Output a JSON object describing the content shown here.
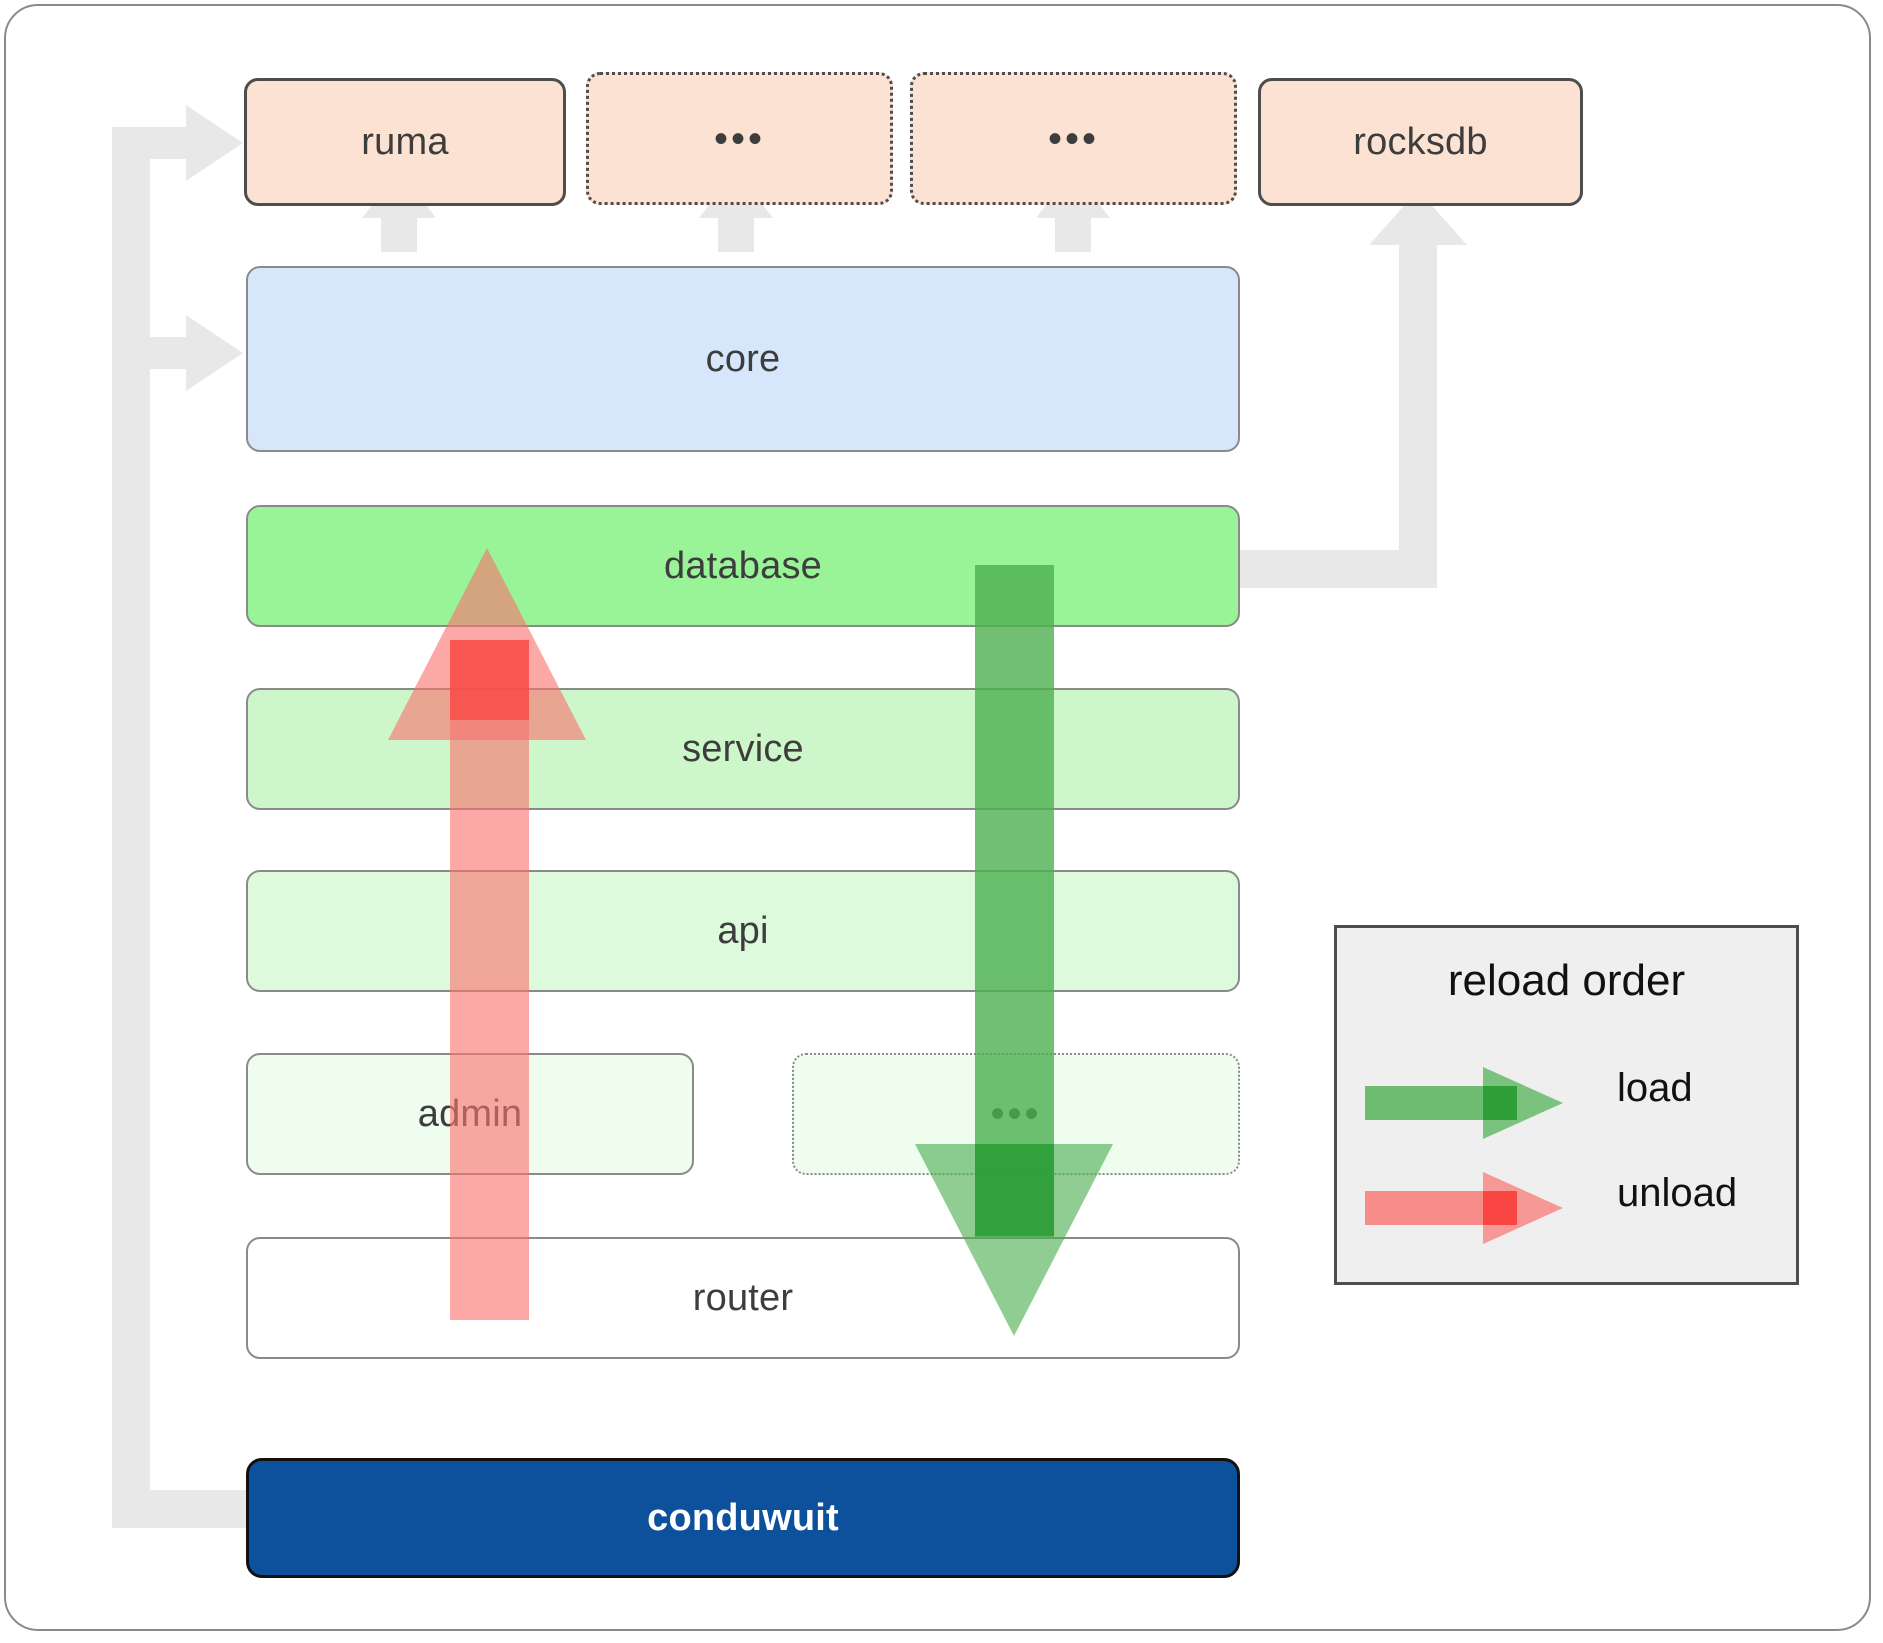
{
  "diagram": {
    "title": "conduwuit crate architecture / reload order",
    "crates_top": [
      {
        "id": "ruma",
        "label": "ruma",
        "style": "solid"
      },
      {
        "id": "ellipsis-1",
        "label": "•••",
        "style": "dotted"
      },
      {
        "id": "ellipsis-2",
        "label": "•••",
        "style": "dotted"
      },
      {
        "id": "rocksdb",
        "label": "rocksdb",
        "style": "solid"
      }
    ],
    "layers": [
      {
        "id": "core",
        "label": "core"
      },
      {
        "id": "database",
        "label": "database"
      },
      {
        "id": "service",
        "label": "service"
      },
      {
        "id": "api",
        "label": "api"
      },
      {
        "id": "admin",
        "label": "admin"
      },
      {
        "id": "ellipsis-3",
        "label": "•••"
      },
      {
        "id": "router",
        "label": "router"
      }
    ],
    "binary": {
      "id": "conduwuit",
      "label": "conduwuit"
    }
  },
  "legend": {
    "title": "reload order",
    "items": [
      {
        "id": "load",
        "label": "load",
        "color": "#4caf50"
      },
      {
        "id": "unload",
        "label": "unload",
        "color": "#f97b7b"
      }
    ]
  },
  "colors": {
    "crate_fill": "#fbe2d2",
    "crate_border": "#4d4d4d",
    "core_fill": "#d6e7fb",
    "database_fill": "#99f497",
    "service_fill": "#cdf7cb",
    "api_fill": "#ddfadc",
    "admin_fill": "#eefdee",
    "router_fill": "#ffffff",
    "binary_fill": "#0d509c",
    "binary_text": "#ffffff",
    "connector_gray": "#e8e8e8",
    "load_green": "#4caf50",
    "unload_red": "#f97b7b",
    "frame_border": "#8a8a8a",
    "legend_bg": "#efefef"
  }
}
